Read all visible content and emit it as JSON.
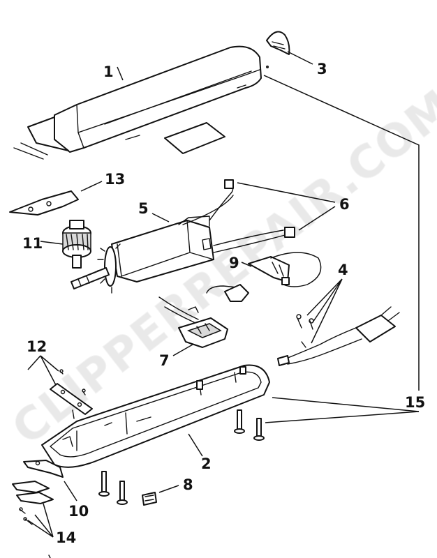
{
  "watermark": "CLIPPERREPAIR.COM",
  "parts": [
    {
      "id": "part-1",
      "label": "1"
    },
    {
      "id": "part-2",
      "label": "2"
    },
    {
      "id": "part-3",
      "label": "3"
    },
    {
      "id": "part-4",
      "label": "4"
    },
    {
      "id": "part-5",
      "label": "5"
    },
    {
      "id": "part-6",
      "label": "6"
    },
    {
      "id": "part-7",
      "label": "7"
    },
    {
      "id": "part-8",
      "label": "8"
    },
    {
      "id": "part-9",
      "label": "9"
    },
    {
      "id": "part-10",
      "label": "10"
    },
    {
      "id": "part-11",
      "label": "11"
    },
    {
      "id": "part-12",
      "label": "12"
    },
    {
      "id": "part-13",
      "label": "13"
    },
    {
      "id": "part-14",
      "label": "14"
    },
    {
      "id": "part-15",
      "label": "15"
    }
  ]
}
